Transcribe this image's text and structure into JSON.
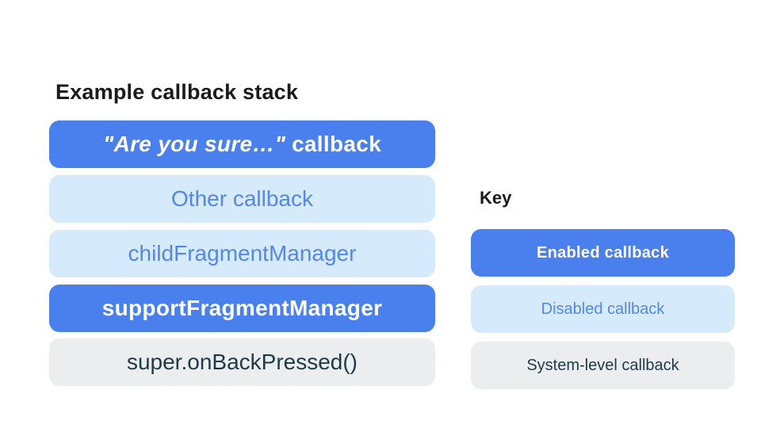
{
  "colors": {
    "enabled_bg": "#4a80ee",
    "enabled_text": "#ffffff",
    "disabled_bg": "#d5eafb",
    "disabled_text": "#5486ec",
    "system_bg": "#ecedee",
    "system_text": "#1f3a47",
    "heading_text": "#1b1b1b",
    "page_bg": "#ffffff"
  },
  "stack": {
    "title": "Example callback stack",
    "items": [
      {
        "label_italic": "\"Are you sure…\"",
        "label_rest": "callback",
        "type": "enabled"
      },
      {
        "label": "Other callback",
        "type": "disabled"
      },
      {
        "label": "childFragmentManager",
        "type": "disabled"
      },
      {
        "label": "supportFragmentManager",
        "type": "enabled"
      },
      {
        "label": "super.onBackPressed()",
        "type": "system"
      }
    ]
  },
  "key": {
    "title": "Key",
    "items": [
      {
        "label": "Enabled callback",
        "type": "enabled"
      },
      {
        "label": "Disabled callback",
        "type": "disabled"
      },
      {
        "label": "System-level callback",
        "type": "system"
      }
    ]
  }
}
